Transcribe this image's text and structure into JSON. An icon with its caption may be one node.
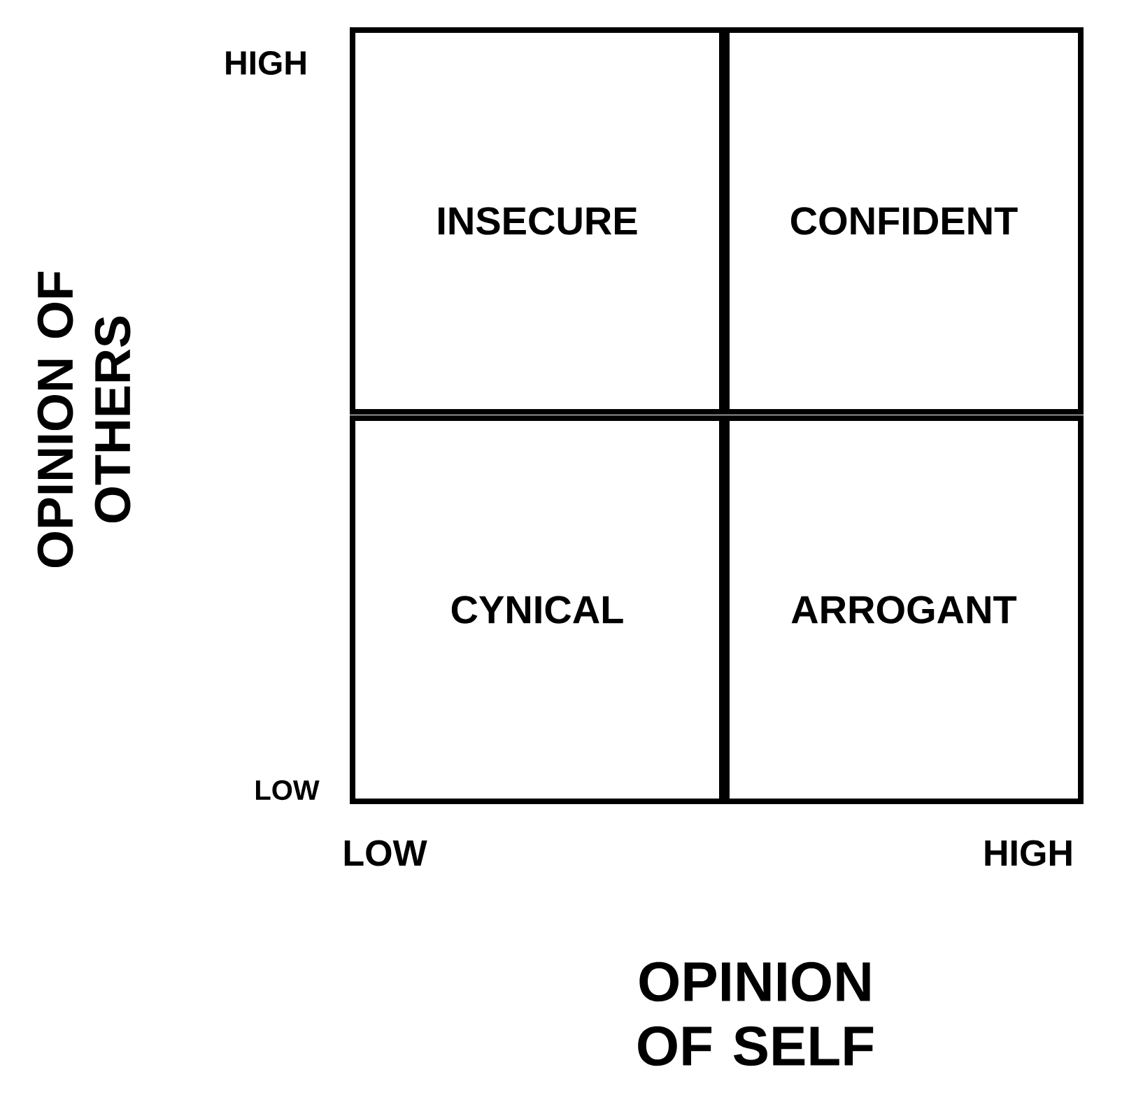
{
  "diagram": {
    "nodes": [
      {
        "text": [
          "INSECURE"
        ]
      },
      {
        "text": [
          "CONFIDENT"
        ]
      },
      {
        "text": [
          "CYNICAL"
        ]
      },
      {
        "text": [
          "ARROGANT"
        ]
      }
    ],
    "labels": [
      "HIGH",
      "OPINION OF OTHERS",
      "LOW",
      "LOW",
      "HIGH",
      "OPINION OF SELF"
    ]
  }
}
